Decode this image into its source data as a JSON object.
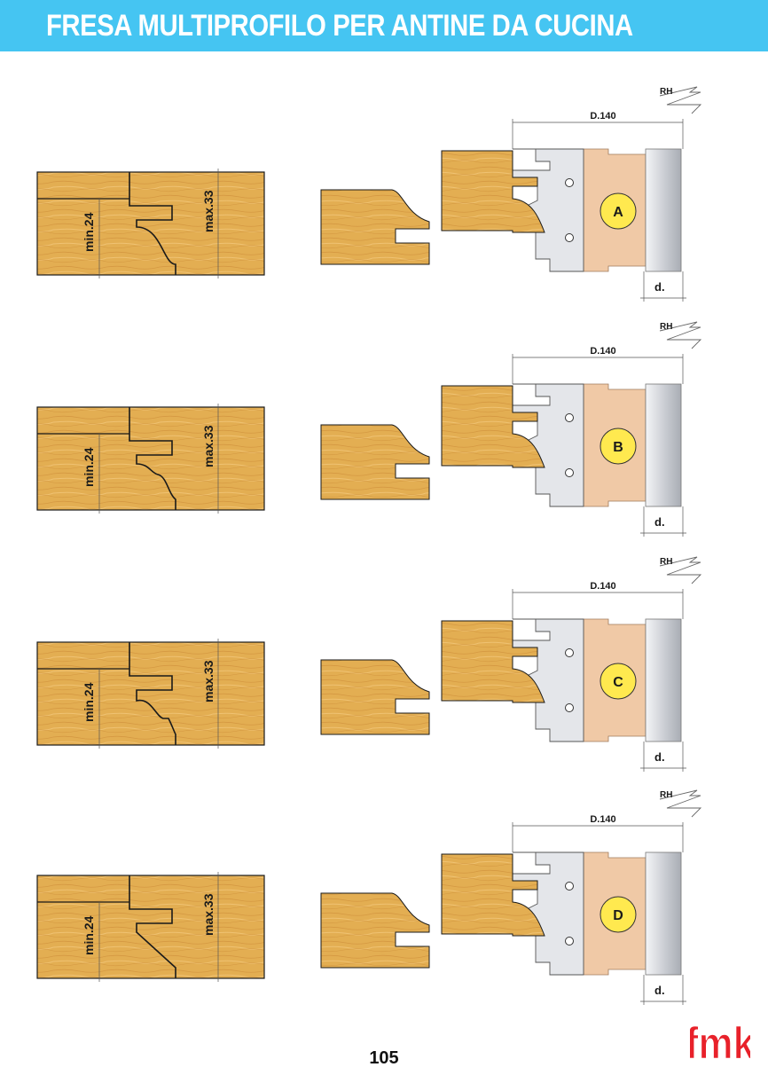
{
  "header": {
    "title": "FRESA MULTIPROFILO  PER ANTINE DA CUCINA"
  },
  "page_number": "105",
  "brand": {
    "logo_text": "fmk",
    "color": "#e8212a"
  },
  "colors": {
    "header": "#45c5f2",
    "wood": "#e3ae52",
    "cutter_body": "#f0c9a6",
    "cutter_blade": "#e4e6ea",
    "badge": "#ffe94f"
  },
  "rows": [
    {
      "id": "A",
      "label": "A",
      "diameter": "D.140",
      "dim_min": "min.24",
      "dim_max": "max.33",
      "depth": "d.",
      "rotation": "RH"
    },
    {
      "id": "B",
      "label": "B",
      "diameter": "D.140",
      "dim_min": "min.24",
      "dim_max": "max.33",
      "depth": "d.",
      "rotation": "RH"
    },
    {
      "id": "C",
      "label": "C",
      "diameter": "D.140",
      "dim_min": "min.24",
      "dim_max": "max.33",
      "depth": "d.",
      "rotation": "RH"
    },
    {
      "id": "D",
      "label": "D",
      "diameter": "D.140",
      "dim_min": "min.24",
      "dim_max": "max.33",
      "depth": "d.",
      "rotation": "RH"
    }
  ]
}
